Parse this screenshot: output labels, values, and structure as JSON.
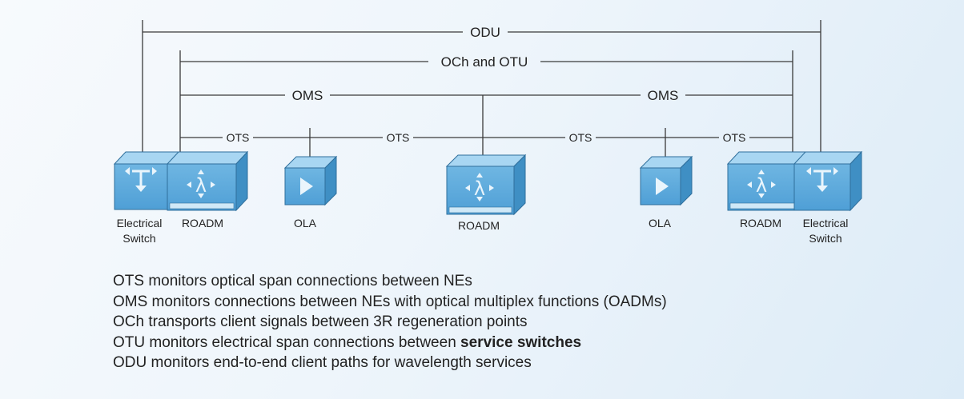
{
  "layers": {
    "odu": "ODU",
    "och_otu": "OCh and OTU",
    "oms_left": "OMS",
    "oms_right": "OMS",
    "ots_1": "OTS",
    "ots_2": "OTS",
    "ots_3": "OTS",
    "ots_4": "OTS"
  },
  "devices": {
    "switch_left": [
      "Electrical",
      "Switch"
    ],
    "roadm_left": "ROADM",
    "ola_left": "OLA",
    "roadm_center": "ROADM",
    "ola_right": "OLA",
    "roadm_right": "ROADM",
    "switch_right": [
      "Electrical",
      "Switch"
    ]
  },
  "notes": [
    {
      "text": "OTS monitors optical span connections between NEs",
      "bold": ""
    },
    {
      "text": "OMS monitors connections between NEs with optical multiplex functions (OADMs)",
      "bold": ""
    },
    {
      "text": "OCh transports client signals between 3R regeneration points",
      "bold": ""
    },
    {
      "text": "OTU monitors electrical span connections between ",
      "bold": "service switches"
    },
    {
      "text": "ODU monitors end-to-end client paths for wavelength services",
      "bold": ""
    }
  ],
  "colors": {
    "box_front": "#5ba9dc",
    "box_top": "#a8d6f2",
    "box_side": "#3f8fc4",
    "outline": "#2f6f9c",
    "line": "#3a3a3a"
  }
}
